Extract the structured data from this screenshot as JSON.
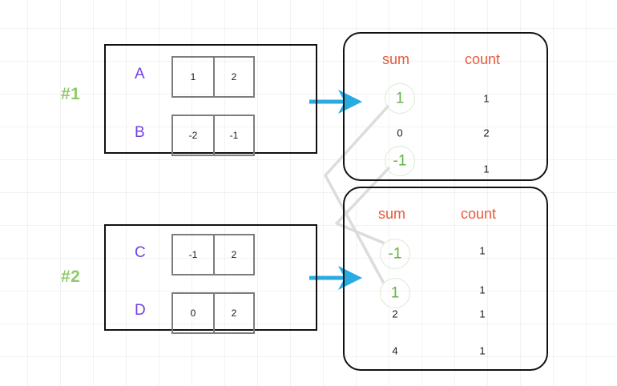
{
  "diagram": {
    "title_hidden": "",
    "steps": [
      {
        "tag": "#1"
      },
      {
        "tag": "#2"
      }
    ],
    "input_panels": [
      {
        "id": "panel-1",
        "rows": [
          {
            "label": "A",
            "cells": [
              "1",
              "2"
            ]
          },
          {
            "label": "B",
            "cells": [
              "-2",
              "-1"
            ]
          }
        ]
      },
      {
        "id": "panel-2",
        "rows": [
          {
            "label": "C",
            "cells": [
              "-1",
              "2"
            ]
          },
          {
            "label": "D",
            "cells": [
              "0",
              "2"
            ]
          }
        ]
      }
    ],
    "result_tables": [
      {
        "id": "card-1",
        "headers": {
          "sum": "sum",
          "count": "count"
        },
        "rows": [
          {
            "sum": "1",
            "count": "1",
            "highlight": true
          },
          {
            "sum": "0",
            "count": "2",
            "highlight": false
          },
          {
            "sum": "-1",
            "count": "1",
            "highlight": true
          }
        ]
      },
      {
        "id": "card-2",
        "headers": {
          "sum": "sum",
          "count": "count"
        },
        "rows": [
          {
            "sum": "-1",
            "count": "1",
            "highlight": true
          },
          {
            "sum": "1",
            "count": "1",
            "highlight": true
          },
          {
            "sum": "2",
            "count": "1",
            "highlight": false
          },
          {
            "sum": "4",
            "count": "1",
            "highlight": false
          }
        ]
      }
    ],
    "colors": {
      "arrow": "#29ABE2",
      "header": "#e8593c",
      "highlight": "#63b447",
      "row_label": "#7141e3",
      "step_tag": "#8ecb6b",
      "ring": "#d8ecd0",
      "link": "#dddddd",
      "box_border": "#111111",
      "cell_border": "#7d7d7d",
      "grid": "#e9ece9"
    }
  }
}
